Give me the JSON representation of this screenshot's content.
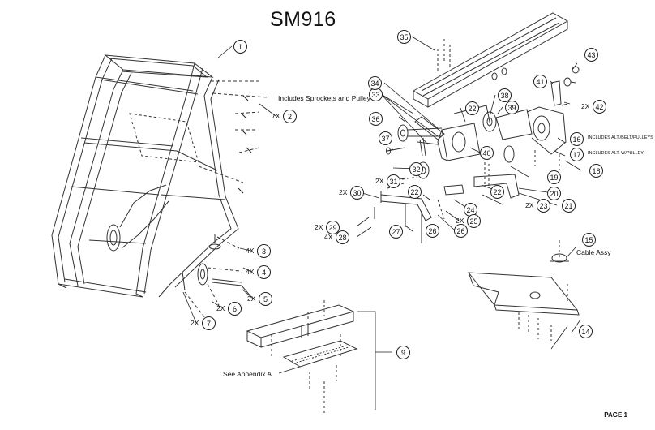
{
  "title": "SM916",
  "page_label": "PAGE 1",
  "notes": {
    "sprockets": "Includes Sprockets and Pulley",
    "cable": "Cable Assy",
    "appendix": "See Appendix A",
    "alt_belt": "INCLUDES ALT./BELT/PULLEYS",
    "alt_pulley": "INCLUDES ALT. W/PULLEY"
  },
  "callouts": [
    {
      "num": "1",
      "qty": ""
    },
    {
      "num": "2",
      "qty": "7X"
    },
    {
      "num": "3",
      "qty": "4X"
    },
    {
      "num": "4",
      "qty": "4X"
    },
    {
      "num": "5",
      "qty": "2X"
    },
    {
      "num": "6",
      "qty": "2X"
    },
    {
      "num": "7",
      "qty": "2X"
    },
    {
      "num": "9",
      "qty": ""
    },
    {
      "num": "14",
      "qty": ""
    },
    {
      "num": "15",
      "qty": ""
    },
    {
      "num": "16",
      "qty": ""
    },
    {
      "num": "17",
      "qty": ""
    },
    {
      "num": "18",
      "qty": ""
    },
    {
      "num": "19",
      "qty": ""
    },
    {
      "num": "20",
      "qty": ""
    },
    {
      "num": "21",
      "qty": ""
    },
    {
      "num": "22",
      "qty": ""
    },
    {
      "num": "22",
      "qty": ""
    },
    {
      "num": "22",
      "qty": ""
    },
    {
      "num": "23",
      "qty": "2X"
    },
    {
      "num": "24",
      "qty": ""
    },
    {
      "num": "25",
      "qty": "2X"
    },
    {
      "num": "26",
      "qty": ""
    },
    {
      "num": "26",
      "qty": ""
    },
    {
      "num": "27",
      "qty": ""
    },
    {
      "num": "28",
      "qty": "4X"
    },
    {
      "num": "29",
      "qty": "2X"
    },
    {
      "num": "30",
      "qty": "2X"
    },
    {
      "num": "31",
      "qty": "2X"
    },
    {
      "num": "32",
      "qty": ""
    },
    {
      "num": "33",
      "qty": ""
    },
    {
      "num": "34",
      "qty": ""
    },
    {
      "num": "35",
      "qty": ""
    },
    {
      "num": "36",
      "qty": ""
    },
    {
      "num": "37",
      "qty": ""
    },
    {
      "num": "38",
      "qty": ""
    },
    {
      "num": "39",
      "qty": ""
    },
    {
      "num": "40",
      "qty": ""
    },
    {
      "num": "41",
      "qty": ""
    },
    {
      "num": "42",
      "qty": "2X"
    },
    {
      "num": "43",
      "qty": ""
    }
  ]
}
